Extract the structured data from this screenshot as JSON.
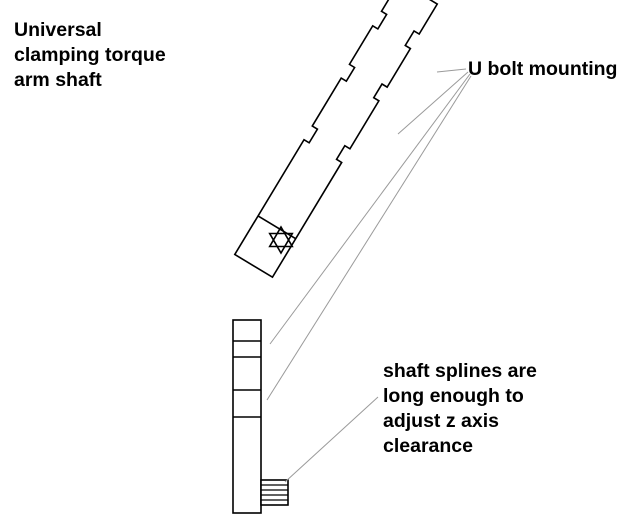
{
  "title": {
    "lines": [
      "Universal",
      "clamping torque",
      "arm  shaft"
    ]
  },
  "callouts": {
    "u_bolt": "U bolt mounting",
    "splines": {
      "lines": [
        "shaft splines are",
        "long enough to",
        "adjust z axis",
        "clearance"
      ]
    }
  },
  "colors": {
    "ink": "#000000",
    "leader": "#9a9a9a",
    "background": "#ffffff"
  }
}
